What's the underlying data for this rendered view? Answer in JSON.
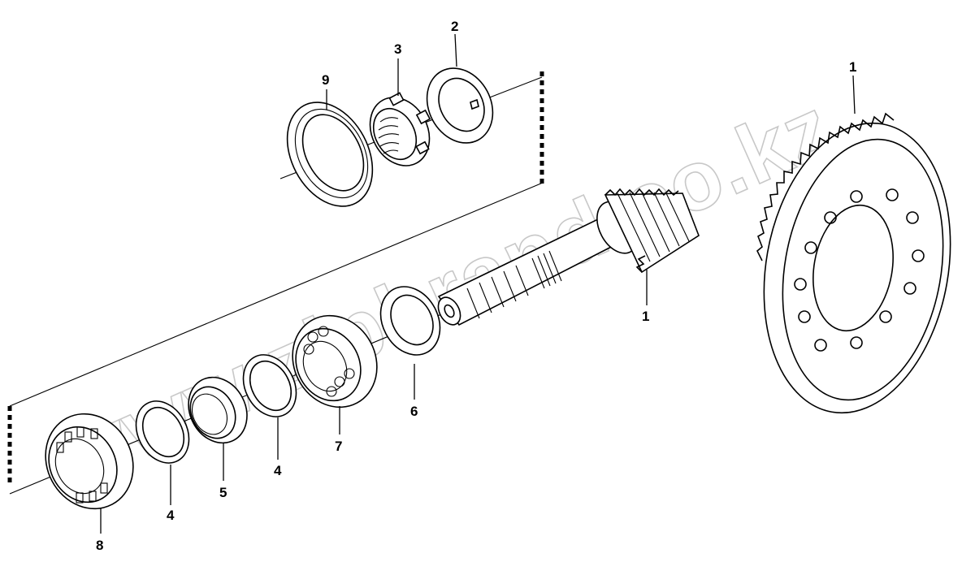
{
  "diagram": {
    "watermark": "www.zipbrand.co.kz",
    "labels": {
      "part_1_ring_gear": "1",
      "part_1_pinion": "1",
      "part_2": "2",
      "part_3": "3",
      "part_4_left": "4",
      "part_4_middle": "4",
      "part_5": "5",
      "part_6": "6",
      "part_7": "7",
      "part_8": "8",
      "part_9": "9"
    }
  }
}
